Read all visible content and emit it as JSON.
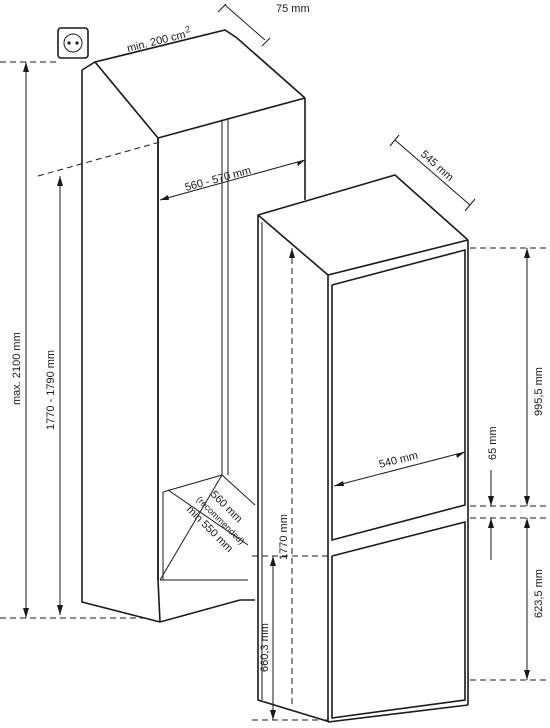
{
  "labels": {
    "outlet_gap": "75 mm",
    "vent_area": "min. 200 cm",
    "vent_area_sup": "2",
    "niche_width": "560 - 570 mm",
    "max_height": "max. 2100 mm",
    "niche_height": "1770 - 1790 mm",
    "depth_rec": "560 mm",
    "depth_rec_note": "(recommended)",
    "depth_min": "min 550 mm",
    "appliance_height": "1770 mm",
    "appliance_depth": "545 mm",
    "upper_door_height": "995,5 mm",
    "appliance_width": "540 mm",
    "door_gap": "65 mm",
    "lower_door_height": "623,5 mm",
    "lower_door_bottom": "660,3 mm"
  }
}
